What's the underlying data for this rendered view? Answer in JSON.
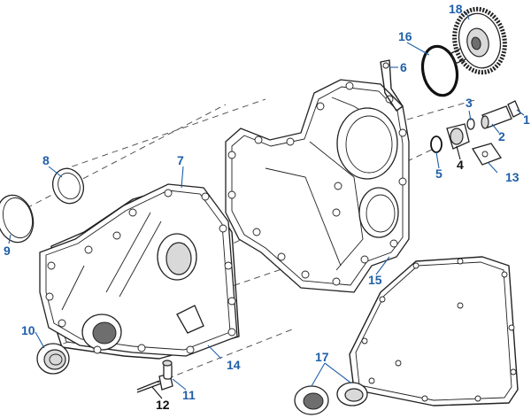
{
  "callouts": [
    {
      "id": "1",
      "color": "#1f5fa8"
    },
    {
      "id": "2",
      "color": "#1f5fa8"
    },
    {
      "id": "3",
      "color": "#1f5fa8"
    },
    {
      "id": "4",
      "color": "#111111"
    },
    {
      "id": "5",
      "color": "#1f5fa8"
    },
    {
      "id": "6",
      "color": "#1f5fa8"
    },
    {
      "id": "7",
      "color": "#1f5fa8"
    },
    {
      "id": "8",
      "color": "#1f5fa8"
    },
    {
      "id": "9",
      "color": "#1f5fa8"
    },
    {
      "id": "10",
      "color": "#1f5fa8"
    },
    {
      "id": "11",
      "color": "#1f5fa8"
    },
    {
      "id": "12",
      "color": "#111111"
    },
    {
      "id": "13",
      "color": "#1f5fa8"
    },
    {
      "id": "14",
      "color": "#1f5fa8"
    },
    {
      "id": "15",
      "color": "#1f5fa8"
    },
    {
      "id": "16",
      "color": "#1f5fa8"
    },
    {
      "id": "17",
      "color": "#1f5fa8"
    },
    {
      "id": "18",
      "color": "#1f5fa8"
    }
  ]
}
